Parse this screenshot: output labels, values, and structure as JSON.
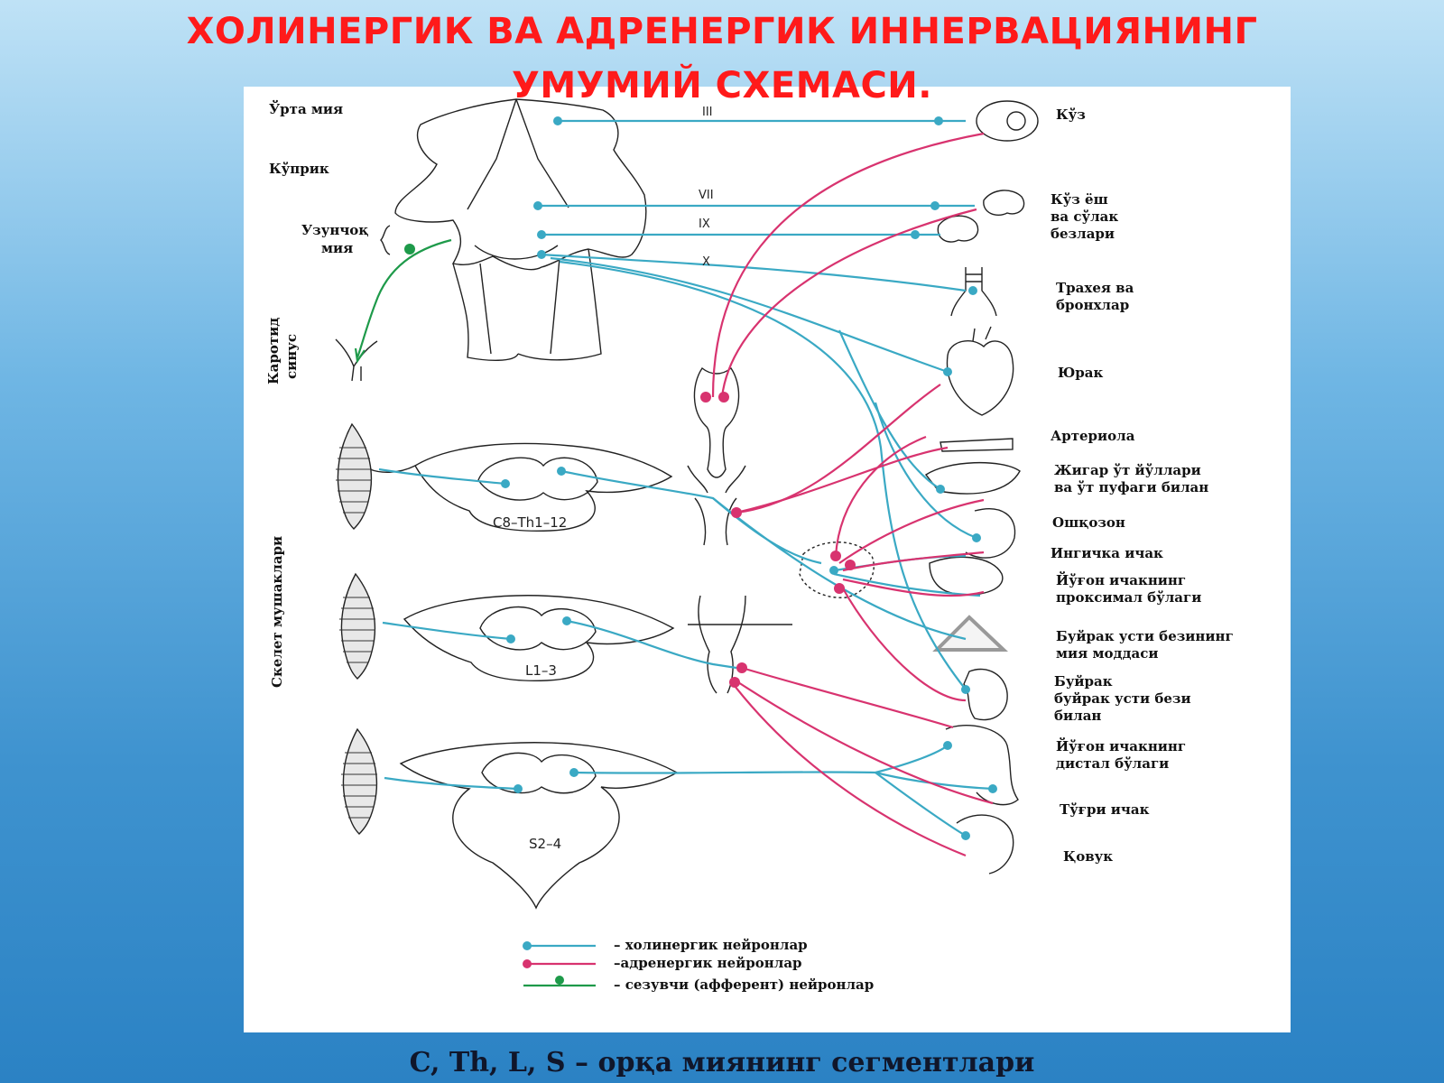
{
  "title": {
    "line1": "ХОЛИНЕРГИК ВА АДРЕНЕРГИК ИННЕРВАЦИЯНИНГ",
    "line2": "УМУМИЙ СХЕМАСИ."
  },
  "caption": "C, Th, L, S – орқа миянинг сегментлари",
  "colors": {
    "cholinergic": "#3aa9c4",
    "adrenergic": "#d8336f",
    "afferent": "#1e9a4a",
    "title": "#ff1a1a"
  },
  "left_labels": {
    "midbrain": "Ўрта мия",
    "pons": "Кўприк",
    "medulla_1": "Узунчоқ",
    "medulla_2": "мия",
    "carotid_1": "Каротид",
    "carotid_2": "синус",
    "skeletal": "Скелет мушаклари"
  },
  "nerves": {
    "III": "III",
    "VII": "VII",
    "IX": "IX",
    "X": "X"
  },
  "segments": {
    "cth": "C8–Th1–12",
    "l": "L1–3",
    "s": "S2–4"
  },
  "organs": {
    "eye": "Кўз",
    "glands_1": "Кўз ёш",
    "glands_2": "ва сўлак",
    "glands_3": "безлари",
    "trachea_1": "Трахея ва",
    "trachea_2": "бронхлар",
    "heart": "Юрак",
    "arteriole": "Артериола",
    "liver_1": "Жигар ўт йўллари",
    "liver_2": "ва ўт пуфаги билан",
    "stomach": "Ошқозон",
    "small_intestine": "Ингичка ичак",
    "colon_prox_1": "Йўғон ичакнинг",
    "colon_prox_2": "проксимал бўлаги",
    "adrenal_medulla_1": "Буйрак усти безининг",
    "adrenal_medulla_2": "мия моддаси",
    "kidney_1": "Буйрак",
    "kidney_2": "буйрак усти бези",
    "kidney_3": "билан",
    "colon_dist_1": "Йўғон ичакнинг",
    "colon_dist_2": "дистал бўлаги",
    "rectum": "Тўғри ичак",
    "bladder": "Қовук"
  },
  "legend": {
    "cholinergic": "– холинергик нейронлар",
    "adrenergic": "–адренергик нейронлар",
    "afferent": "– сезувчи (афферент) нейронлар"
  }
}
